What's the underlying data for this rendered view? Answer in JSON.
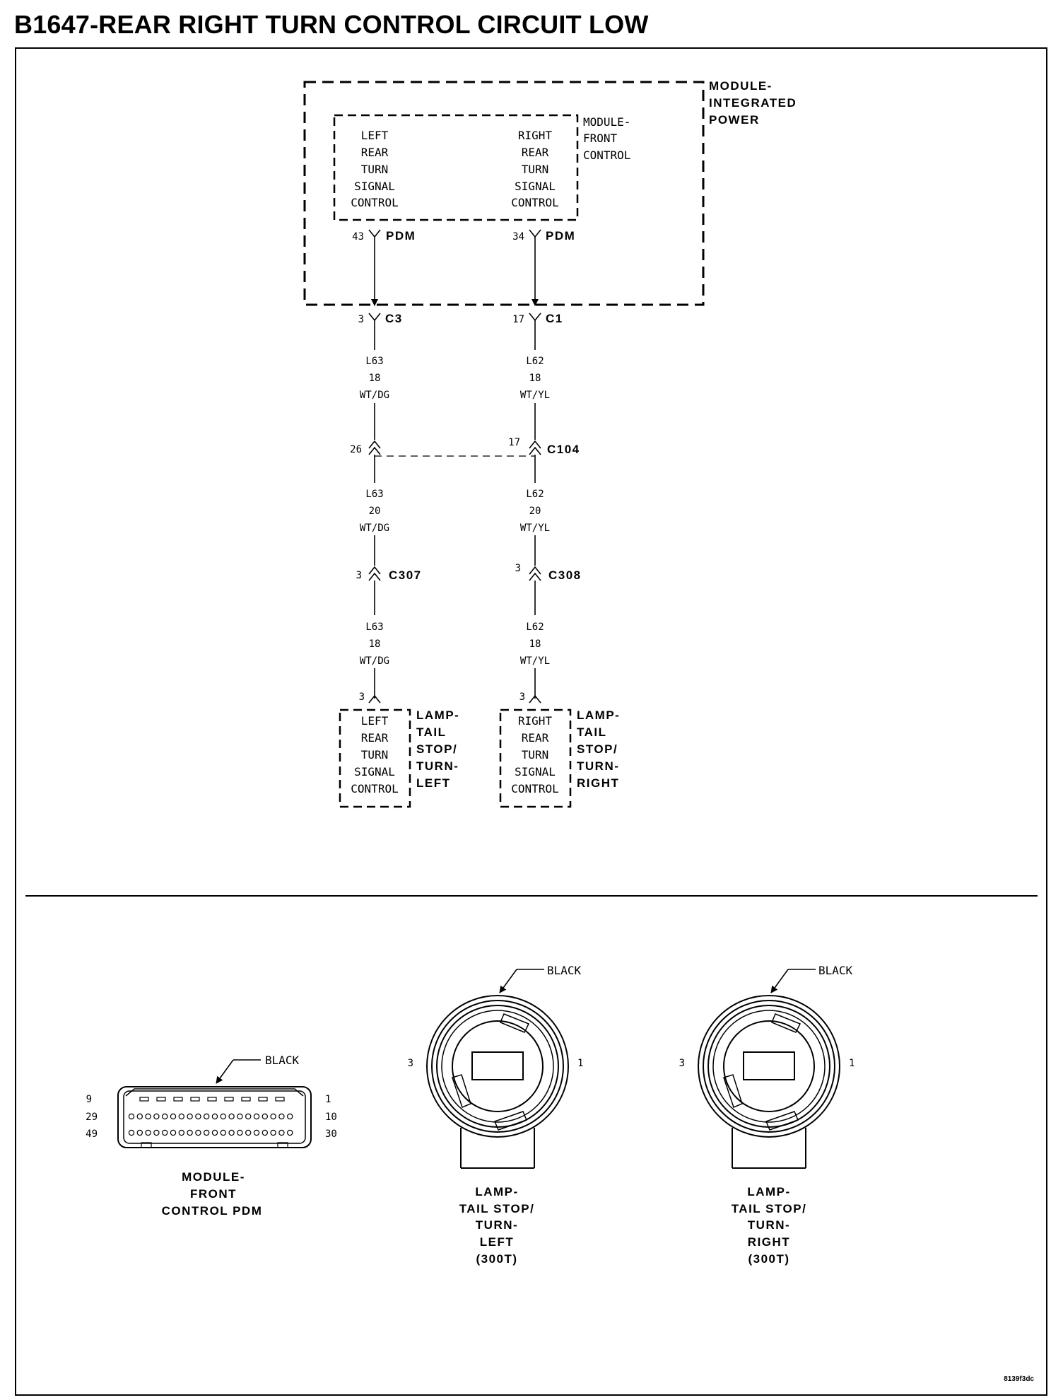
{
  "title": "B1647-REAR RIGHT TURN CONTROL CIRCUIT LOW",
  "modules": {
    "integrated_power": [
      "MODULE-",
      "INTEGRATED",
      "POWER"
    ],
    "front_control": [
      "MODULE-",
      "FRONT",
      "CONTROL"
    ],
    "left_control": [
      "LEFT",
      "REAR",
      "TURN",
      "SIGNAL",
      "CONTROL"
    ],
    "right_control": [
      "RIGHT",
      "REAR",
      "TURN",
      "SIGNAL",
      "CONTROL"
    ]
  },
  "connectors": {
    "pdm_left": {
      "pin": "43",
      "name": "PDM"
    },
    "pdm_right": {
      "pin": "34",
      "name": "PDM"
    },
    "c3": {
      "pin": "3",
      "name": "C3"
    },
    "c1": {
      "pin": "17",
      "name": "C1"
    },
    "c104": {
      "pin_left": "26",
      "pin_right": "17",
      "name": "C104"
    },
    "c307": {
      "pin": "3",
      "name": "C307"
    },
    "c308": {
      "pin": "3",
      "name": "C308"
    },
    "lamp_left_pin": "3",
    "lamp_right_pin": "3"
  },
  "wires": {
    "left_1": [
      "L63",
      "18",
      "WT/DG"
    ],
    "left_2": [
      "L63",
      "20",
      "WT/DG"
    ],
    "left_3": [
      "L63",
      "18",
      "WT/DG"
    ],
    "right_1": [
      "L62",
      "18",
      "WT/YL"
    ],
    "right_2": [
      "L62",
      "20",
      "WT/YL"
    ],
    "right_3": [
      "L62",
      "18",
      "WT/YL"
    ]
  },
  "lamps": {
    "left_box": [
      "LEFT",
      "REAR",
      "TURN",
      "SIGNAL",
      "CONTROL"
    ],
    "left_name": [
      "LAMP-",
      "TAIL",
      "STOP/",
      "TURN-",
      "LEFT"
    ],
    "right_box": [
      "RIGHT",
      "REAR",
      "TURN",
      "SIGNAL",
      "CONTROL"
    ],
    "right_name": [
      "LAMP-",
      "TAIL",
      "STOP/",
      "TURN-",
      "RIGHT"
    ]
  },
  "connector_views": {
    "pdm": {
      "color": "BLACK",
      "pins": {
        "tl": "9",
        "ml": "29",
        "bl": "49",
        "tr": "1",
        "mr": "10",
        "br": "30"
      },
      "caption": [
        "MODULE-",
        "FRONT",
        "CONTROL PDM"
      ]
    },
    "lamp_left": {
      "color": "BLACK",
      "pin_left": "3",
      "pin_right": "1",
      "caption": [
        "LAMP-",
        "TAIL STOP/",
        "TURN-",
        "LEFT",
        "(300T)"
      ]
    },
    "lamp_right": {
      "color": "BLACK",
      "pin_left": "3",
      "pin_right": "1",
      "caption": [
        "LAMP-",
        "TAIL STOP/",
        "TURN-",
        "RIGHT",
        "(300T)"
      ]
    }
  },
  "figure_id": "8139f3dc"
}
